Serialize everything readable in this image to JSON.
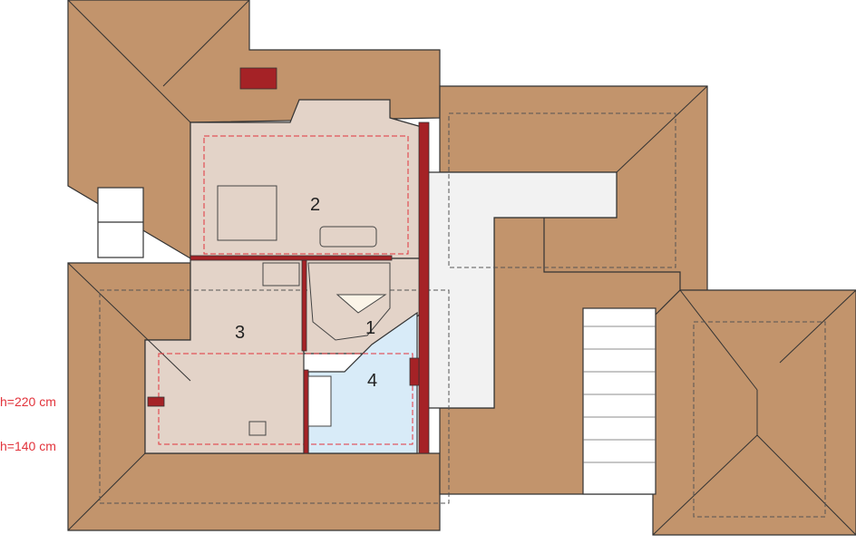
{
  "legend": {
    "height_220": "h=220 cm",
    "height_140": "h=140 cm"
  },
  "rooms": [
    {
      "number": "1"
    },
    {
      "number": "2"
    },
    {
      "number": "3"
    },
    {
      "number": "4"
    }
  ],
  "colors": {
    "roof": "#c2946c",
    "floor": "#e3d3c8",
    "bathroom": "#d8ebf8",
    "wall": "#a52226",
    "terrace": "#f2f2f2",
    "height_line": "#e2333b"
  }
}
